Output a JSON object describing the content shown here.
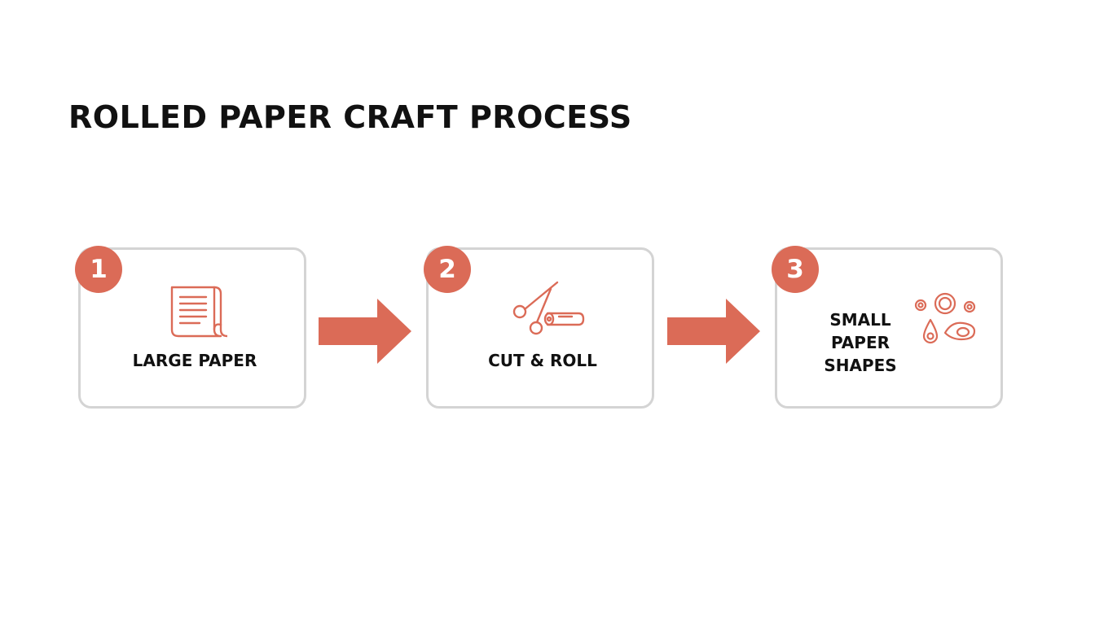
{
  "title": "ROLLED PAPER CRAFT PROCESS",
  "accent_color": "#db6b57",
  "border_color": "#d4d4d4",
  "steps": [
    {
      "number": "1",
      "label": "LARGE PAPER",
      "icon": "paper-scroll-icon"
    },
    {
      "number": "2",
      "label": "CUT & ROLL",
      "icon": "scissors-roll-icon"
    },
    {
      "number": "3",
      "label_lines": [
        "SMALL",
        "PAPER",
        "SHAPES"
      ],
      "icon": "paper-shapes-icon"
    }
  ]
}
